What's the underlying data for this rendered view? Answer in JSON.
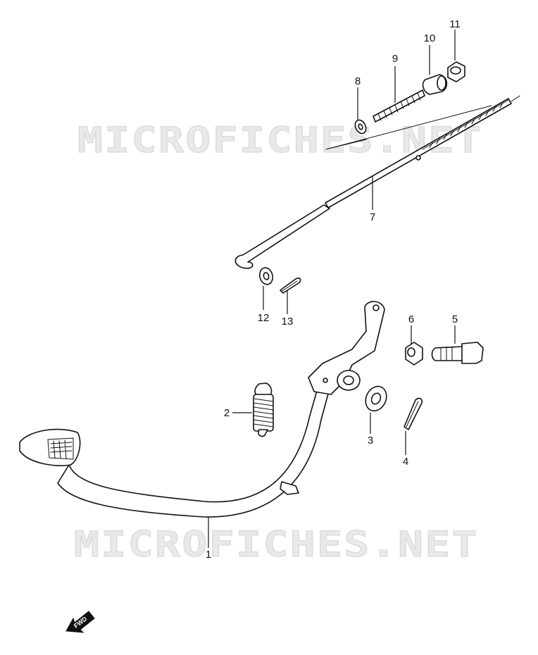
{
  "watermark": {
    "text": "MICROFICHES.NET"
  },
  "fwd_badge": {
    "label": "FWD"
  },
  "parts": [
    {
      "id": "1",
      "label": "1"
    },
    {
      "id": "2",
      "label": "2"
    },
    {
      "id": "3",
      "label": "3"
    },
    {
      "id": "4",
      "label": "4"
    },
    {
      "id": "5",
      "label": "5"
    },
    {
      "id": "6",
      "label": "6"
    },
    {
      "id": "7",
      "label": "7"
    },
    {
      "id": "8",
      "label": "8"
    },
    {
      "id": "9",
      "label": "9"
    },
    {
      "id": "10",
      "label": "10"
    },
    {
      "id": "11",
      "label": "11"
    },
    {
      "id": "12",
      "label": "12"
    },
    {
      "id": "13",
      "label": "13"
    }
  ]
}
